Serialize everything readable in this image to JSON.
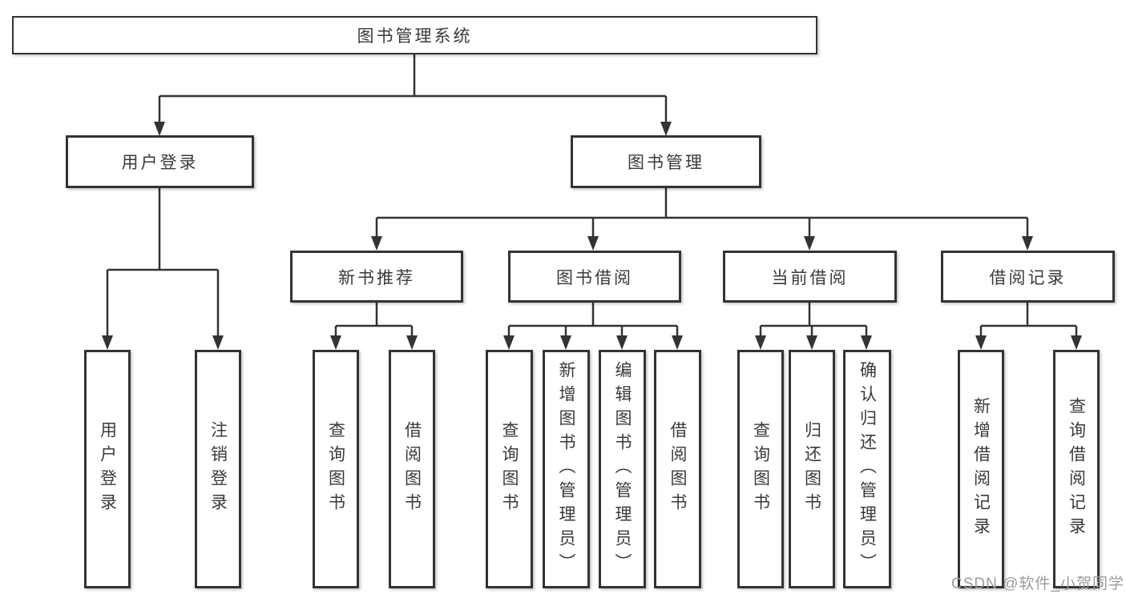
{
  "diagram": {
    "root": "图书管理系统",
    "user_branch": {
      "label": "用户登录",
      "leaves": [
        "用户登录",
        "注销登录"
      ]
    },
    "book_branch": {
      "label": "图书管理",
      "sections": [
        {
          "label": "新书推荐",
          "leaves": [
            "查询图书",
            "借阅图书"
          ]
        },
        {
          "label": "图书借阅",
          "leaves": [
            "查询图书",
            "新增图书（管理员）",
            "编辑图书（管理员）",
            "借阅图书"
          ]
        },
        {
          "label": "当前借阅",
          "leaves": [
            "查询图书",
            "归还图书",
            "确认归还（管理员）"
          ]
        },
        {
          "label": "借阅记录",
          "leaves": [
            "新增借阅记录",
            "查询借阅记录"
          ]
        }
      ]
    }
  },
  "watermark": "CSDN @软件_小贺同学",
  "colors": {
    "line": "#333333",
    "box_border": "#333333",
    "text": "#3a3a3a",
    "watermark": "#9b9b9b",
    "background": "#ffffff"
  }
}
